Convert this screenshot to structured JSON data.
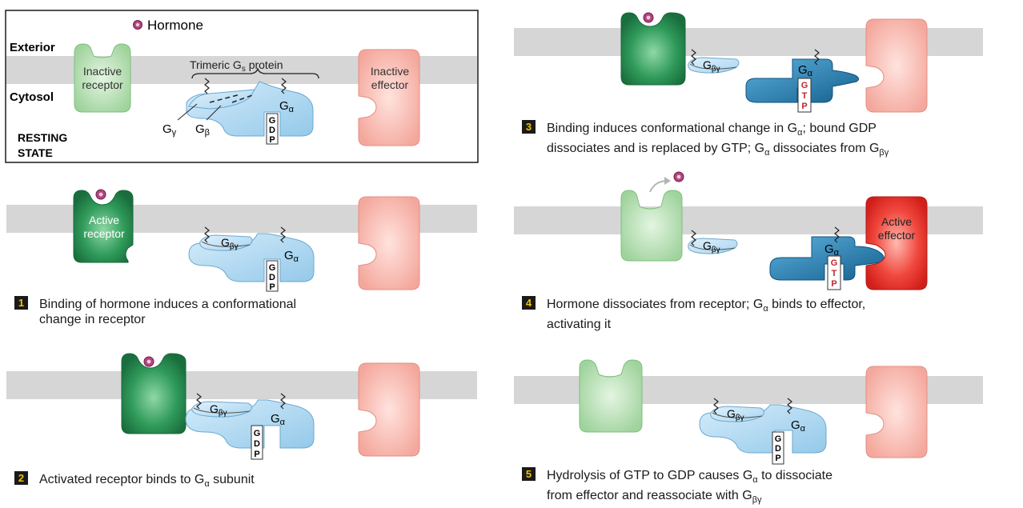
{
  "resting": {
    "exterior": "Exterior",
    "cytosol": "Cytosol",
    "state_line1": "RESTING",
    "state_line2": "STATE",
    "hormone": "Hormone",
    "trimeric_prefix": "Trimeric G",
    "trimeric_sub": "s",
    "trimeric_suffix": " protein",
    "receptor_line1": "Inactive",
    "receptor_line2": "receptor",
    "effector_line1": "Inactive",
    "effector_line2": "effector"
  },
  "labels": {
    "g": "G",
    "alpha": "α",
    "beta": "β",
    "gamma": "γ",
    "beta_gamma": "βγ",
    "gdp": [
      "G",
      "D",
      "P"
    ],
    "gtp": [
      "G",
      "T",
      "P"
    ],
    "active_receptor_line1": "Active",
    "active_receptor_line2": "receptor",
    "active_effector_line1": "Active",
    "active_effector_line2": "effector"
  },
  "steps": [
    {
      "num": "1",
      "line1": "Binding of hormone induces a conformational",
      "line2": "change in receptor"
    },
    {
      "num": "2",
      "line1_a": "Activated receptor binds to G",
      "line1_sub": "α",
      "line1_b": " subunit"
    },
    {
      "num": "3",
      "line1_a": "Binding induces conformational change in G",
      "line1_sub": "α",
      "line1_b": "; bound GDP",
      "line2_a": "dissociates and is replaced by GTP; G",
      "line2_sub": "α",
      "line2_b": " dissociates from G",
      "line2_sub2": "βγ"
    },
    {
      "num": "4",
      "line1_a": "Hormone dissociates from receptor; G",
      "line1_sub": "α",
      "line1_b": " binds to effector,",
      "line2": "activating it"
    },
    {
      "num": "5",
      "line1_a": "Hydrolysis of GTP to GDP causes G",
      "line1_sub": "α",
      "line1_b": " to dissociate",
      "line2_a": "from effector and reassociate with G",
      "line2_sub": "βγ"
    }
  ],
  "colors": {
    "membrane": "#d6d6d6",
    "inactive_receptor": "#a9d8a6",
    "active_receptor": "#1f7f4a",
    "inactive_effector": "#f6aea4",
    "active_effector": "#e02a24",
    "g_alpha_light": "#a6d3ee",
    "g_alpha_dark": "#1e74a6",
    "hormone": "#b2457f",
    "gtp_text": "#c0242e",
    "badge_bg": "#1a1a1a",
    "badge_fg": "#f2c200"
  }
}
